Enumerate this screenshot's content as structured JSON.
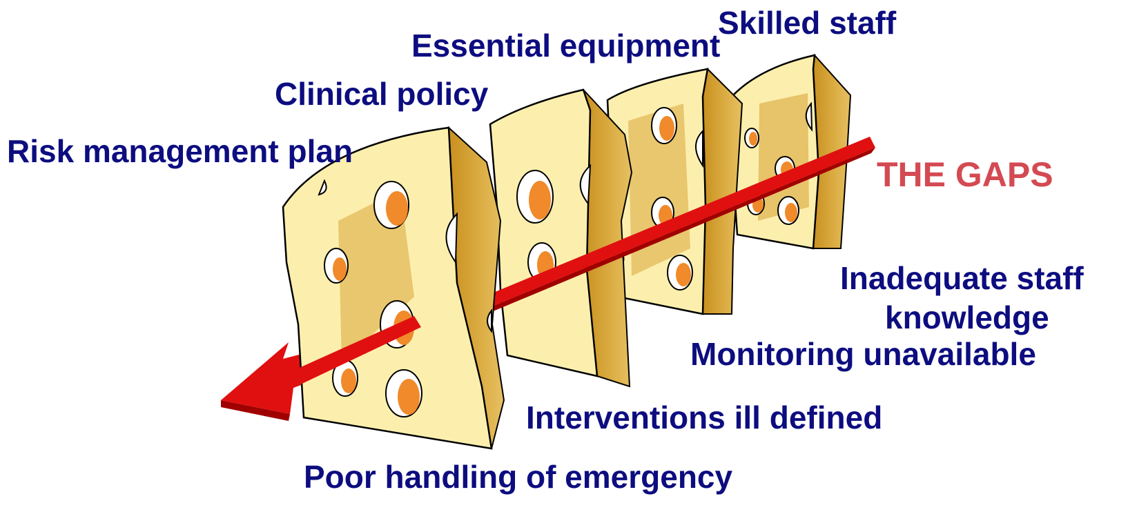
{
  "layer_labels": {
    "risk_management_plan": "Risk management plan",
    "clinical_policy": "Clinical policy",
    "essential_equipment": "Essential equipment",
    "skilled_staff": "Skilled staff"
  },
  "gap_labels": {
    "title": "THE GAPS",
    "inadequate_staff_line1": "Inadequate staff",
    "inadequate_staff_line2": "knowledge",
    "monitoring_unavailable": "Monitoring unavailable",
    "interventions_ill_defined": "Interventions ill defined",
    "poor_handling": "Poor handling of emergency"
  },
  "colors": {
    "text": "#0d0d80",
    "gaps_text": "#d44a52",
    "cheese_face": "#fdf0b0",
    "cheese_side": "#d9a536",
    "hole": "#f08a2a",
    "arrow": "#e01010"
  },
  "icons": [
    "swiss-cheese-slice-icon",
    "trajectory-arrow-icon"
  ]
}
